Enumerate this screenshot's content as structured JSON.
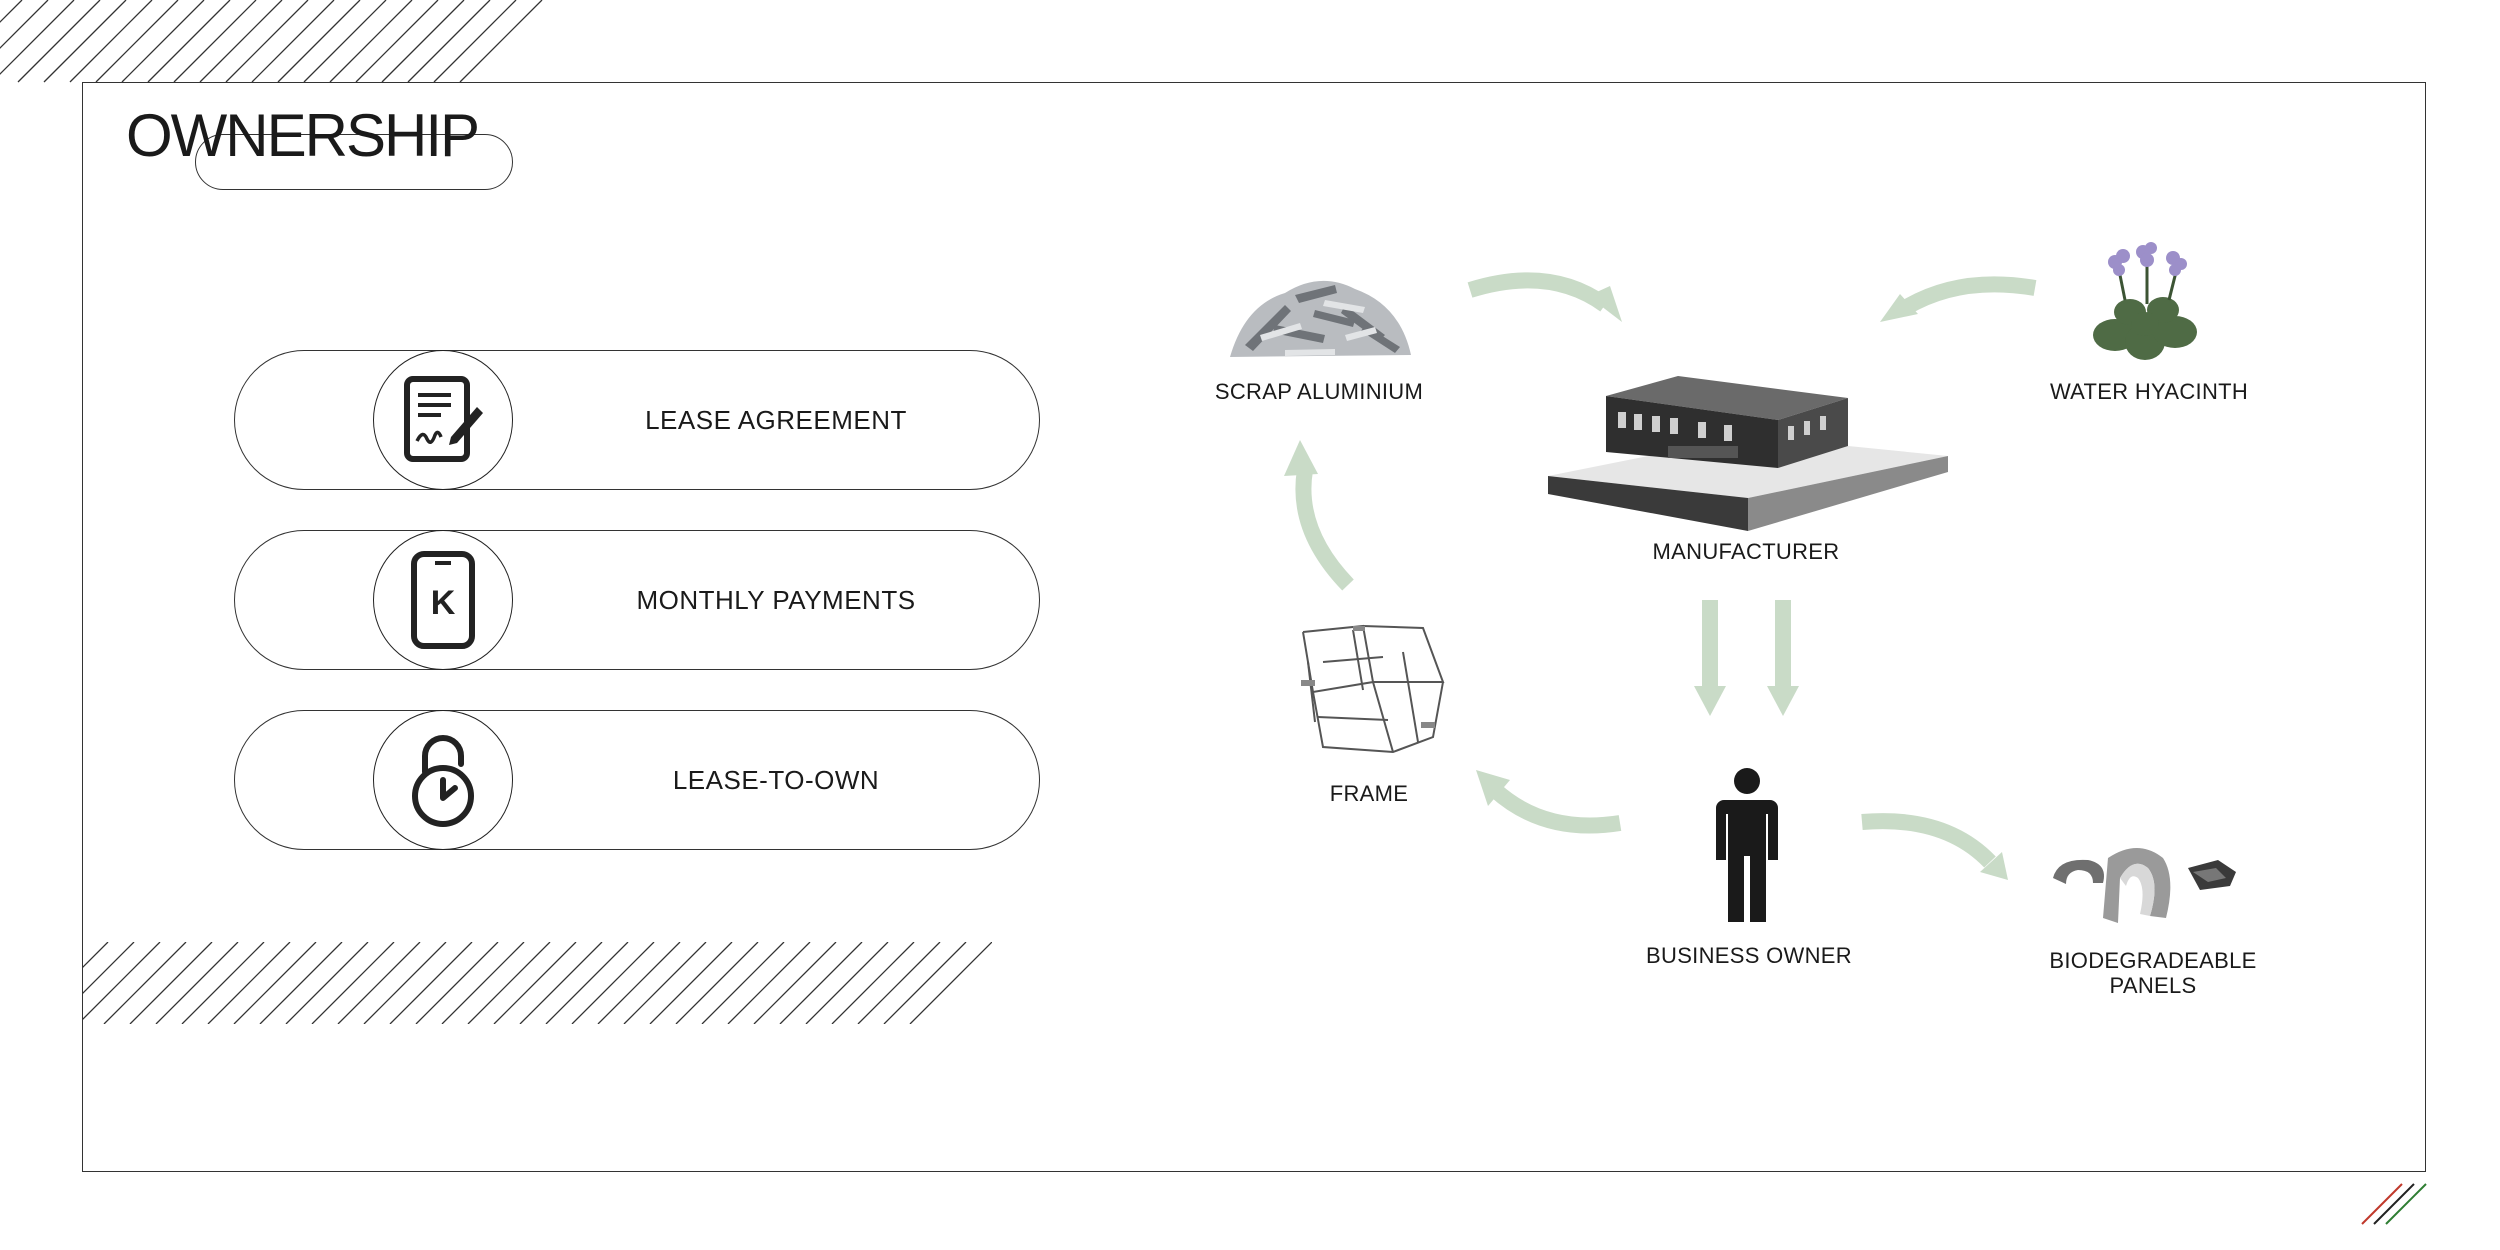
{
  "title": "OWNERSHIP",
  "options": [
    {
      "label": "LEASE AGREEMENT",
      "icon": "contract-sign-icon"
    },
    {
      "label": "MONTHLY PAYMENTS",
      "icon": "mobile-payment-icon",
      "icon_letter": "K"
    },
    {
      "label": "LEASE-TO-OWN",
      "icon": "padlock-clock-icon"
    }
  ],
  "diagram": {
    "arrow_color": "#c9dbc7",
    "nodes": {
      "scrap_aluminium": "SCRAP ALUMINIUM",
      "manufacturer": "MANUFACTURER",
      "water_hyacinth": "WATER HYACINTH",
      "frame": "FRAME",
      "business_owner": "BUSINESS OWNER",
      "biodegradeable_panels_line1": "BIODEGRADEABLE",
      "biodegradeable_panels_line2": "PANELS"
    }
  },
  "accent_colors": [
    "#c0392b",
    "#2e7d32",
    "#222222"
  ]
}
